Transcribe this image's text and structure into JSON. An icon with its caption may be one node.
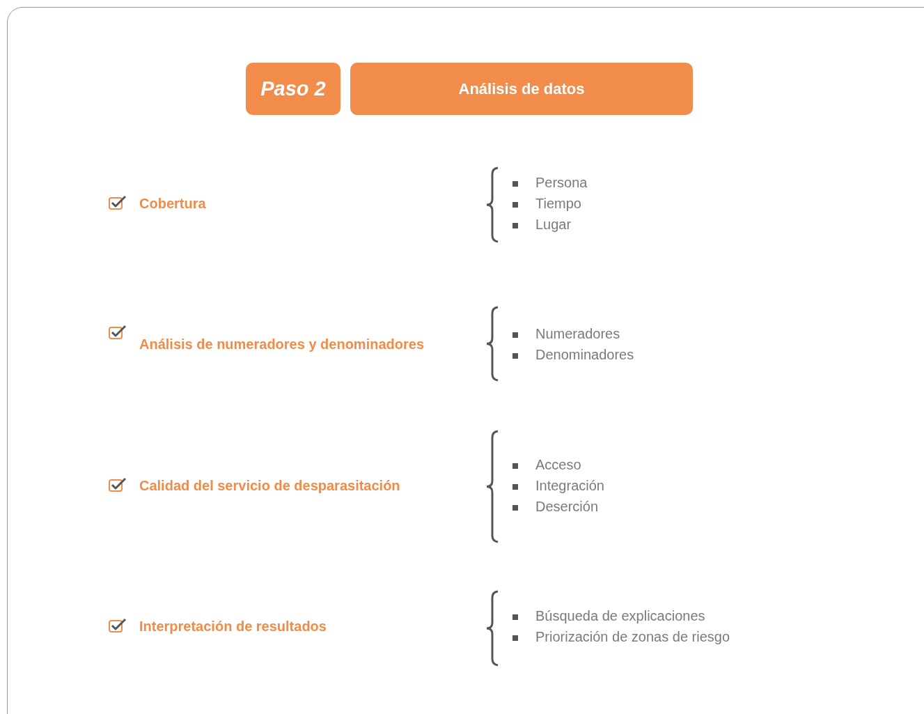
{
  "diagram": {
    "nodes": [
      {
        "text": [
          "Paso 2"
        ]
      },
      {
        "text": [
          "Análisis de datos"
        ]
      }
    ],
    "labels": [
      "Cobertura",
      "Persona",
      "Tiempo",
      "Lugar",
      "Análisis de numeradores y denominadores",
      "Numeradores",
      "Denominadores",
      "Calidad del servicio de desparasitación",
      "Acceso",
      "Integración",
      "Deserción",
      "Interpretación de resultados",
      "Búsqueda de explicaciones",
      "Priorización de zonas de riesgo"
    ]
  }
}
